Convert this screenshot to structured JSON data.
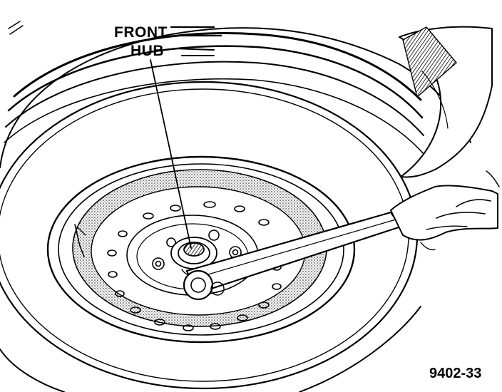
{
  "figure": {
    "callout": {
      "line1": "FRONT",
      "line2": "HUB"
    },
    "figure_number": "9402-33"
  },
  "colors": {
    "ink": "#000000",
    "paper": "#ffffff"
  }
}
